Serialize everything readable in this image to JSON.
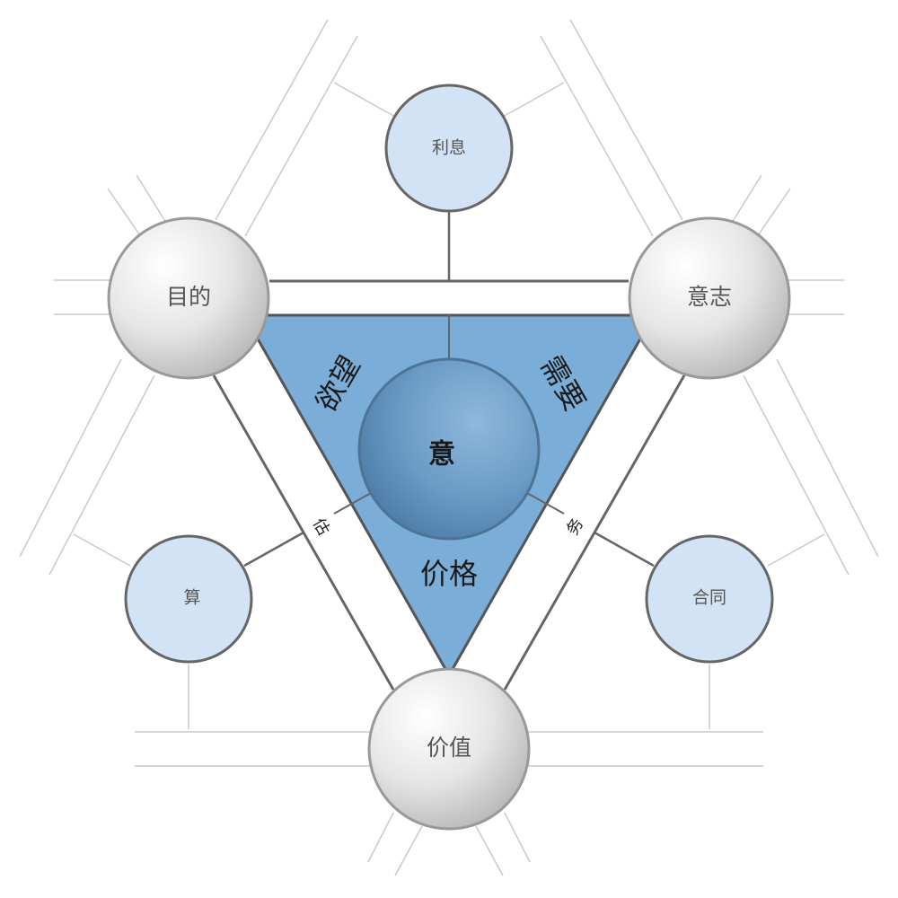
{
  "diagram": {
    "corner_nodes": {
      "top_left": "目的",
      "top_right": "意志",
      "bottom": "价值"
    },
    "side_nodes": {
      "top": "利息",
      "left": "算",
      "right": "合同"
    },
    "center_node": "意",
    "sectors": {
      "left": "欲望",
      "right": "需要",
      "bottom": "价格"
    },
    "band_labels": {
      "left": "估",
      "right": "务"
    }
  },
  "colors": {
    "triangle_fill": "#7aadd8",
    "small_node_fill": "#d3e3f6",
    "line_dark": "#666666",
    "line_light": "#c8c8c8"
  }
}
